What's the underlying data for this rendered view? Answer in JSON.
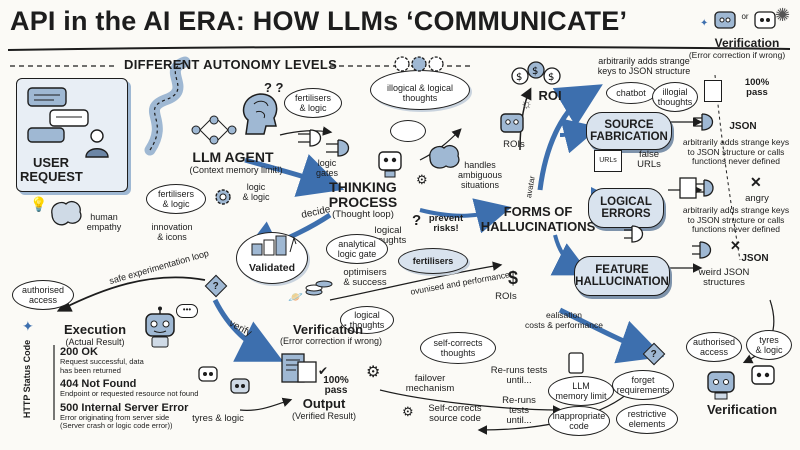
{
  "title": "API in the AI ERA: HOW LLMs ‘COMMUNICATE’",
  "subtitle": "DIFFERENT AUTONOMY LEVELS",
  "colors": {
    "accent_blue": "#9fb8d3",
    "banner_blue": "#d9e3ee",
    "ink": "#1d1d1d",
    "paper": "#fbfaf6"
  },
  "icons": [
    "robot-icon",
    "brain-icon",
    "chat-bubble-icon",
    "user-icon",
    "gear-icon",
    "coin-stack-icon",
    "document-icon",
    "logic-gate-icon",
    "diamond-icon",
    "lightbulb-icon",
    "star-icon",
    "sun-icon"
  ],
  "left": {
    "user_request": "USER\nREQUEST",
    "llm_agent": "LLM AGENT",
    "llm_agent_sub": "(Context memory limit!)",
    "fertilisers_logic_1": "fertilisers\n& logic",
    "logic_logic": "logic\n& logic",
    "fertilisers_logic_2": "fertilisers\n& logic",
    "human_empathy": "human\nempathy",
    "innovation_icons": "innovation\n& icons",
    "decide": "decide",
    "validated": "Validated",
    "safe_loop": "safe experimentation loop",
    "authorised_access": "authorised\naccess",
    "execution": "Execution",
    "execution_sub": "(Actual Result)",
    "verify": "verify",
    "http_status_code": "HTTP Status Code",
    "status": [
      {
        "code": "200 OK",
        "desc": "Request successful, data\nhas been returned"
      },
      {
        "code": "404 Not Found",
        "desc": "Endpoint or requested resource not found"
      },
      {
        "code": "500 Internal Server Error",
        "desc": "Error originating from server side\n(Server crash or logic code error))"
      }
    ],
    "tyres_logic": "tyres & logic"
  },
  "center": {
    "illogical_logical": "illogical & logical\nthoughts",
    "fertilisers_logic": "fertilisers\n& logic",
    "logic_gates": "logic\ngates",
    "handles_ambiguous": "handles\nambiguous\nsituations",
    "thinking_process": "THINKING\nPROCESS",
    "thinking_sub": "(Thought loop)",
    "logical_thoughts": "logical\nthoughts",
    "prevent_risks": "prevent\nrisks!",
    "analytical": "analytical\nlogic gate",
    "fertilisers": "fertilisers",
    "optimisers": "optimisers\n& success",
    "ovunised": "ovunised and performance",
    "logical_thoughts_2": "logical\nthoughts",
    "verification": "Verification",
    "verification_sub": "(Error correction if wrong)",
    "pass_100": "100% pass",
    "output": "Output",
    "output_sub": "(Verified Result)",
    "self_corrects_thoughts": "self-corrects\nthoughts",
    "failover": "failover\nmechanism",
    "self_corrects_code": "Self-corrects\nsource code",
    "rerun_1": "Re-runs tests\nuntil...",
    "rerun_2": "Re-runs\ntests\nuntil..."
  },
  "right": {
    "roi": "ROI",
    "rois_1": "ROIs",
    "rois_2": "ROIs",
    "avatar_caption": "avatar",
    "forms": "FORMS OF\nHALLUCINATIONS",
    "chatbot": "chatbot",
    "illogial": "illogial\nthoughts",
    "pass_100": "100%\npass",
    "strange_keys_1": "arbitrarily adds strange\nkeys to JSON structure",
    "source_fabrication": "SOURCE\nFABRICATION",
    "strange_keys_2": "arbitrarily adds strange keys\nto JSON structure or calls\nfunctions never defined",
    "json_1": "JSON",
    "urls": "URLs",
    "false_urls": "false\nURLs",
    "logical_errors": "LOGICAL\nERRORS",
    "angry": "angry",
    "strange_keys_3": "arbitrarily adds strange keys\nto JSON structure or calls\nfunctions never defined",
    "feature_hallucination": "FEATURE\nHALLUCINATION",
    "json_2": "JSON",
    "weird_json": "weird JSON\nstructures",
    "realisation": "ealisation\ncosts & performance",
    "llm_memory": "LLM\nmemory limit",
    "inappropriate": "inappropriate\ncode",
    "forget": "forget\nrequirements",
    "restrictive": "restrictive\nelements",
    "authorised_access": "authorised\naccess",
    "tyres_logic": "tyres\n& logic",
    "verification_bottom": "Verification",
    "verification_top": "Verification",
    "verification_top_sub": "(Error correction if wrong)",
    "or": "or"
  }
}
